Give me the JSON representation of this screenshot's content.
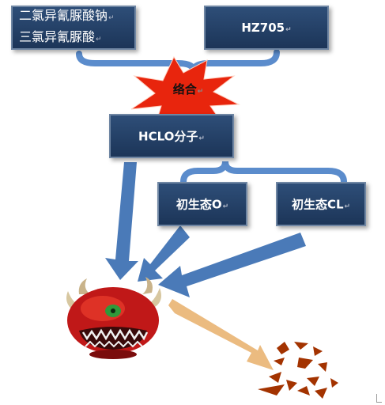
{
  "boxes": {
    "top_left_line1": "二氯异氰脲酸钠",
    "top_left_line2": "三氯异氰脲酸",
    "top_right": "HZ705",
    "middle": "HCLO分子",
    "bottom_left": "初生态O",
    "bottom_right": "初生态CL"
  },
  "burst_label": "络合",
  "paragraph_mark": "↵",
  "colors": {
    "box_fill": "#2a4a72",
    "arrow_blue": "#4a7ab8",
    "brace_blue": "#5b8ccc",
    "burst_red": "#e8250d",
    "orange_arrow": "#ebbb80",
    "debris": "#a33300"
  }
}
